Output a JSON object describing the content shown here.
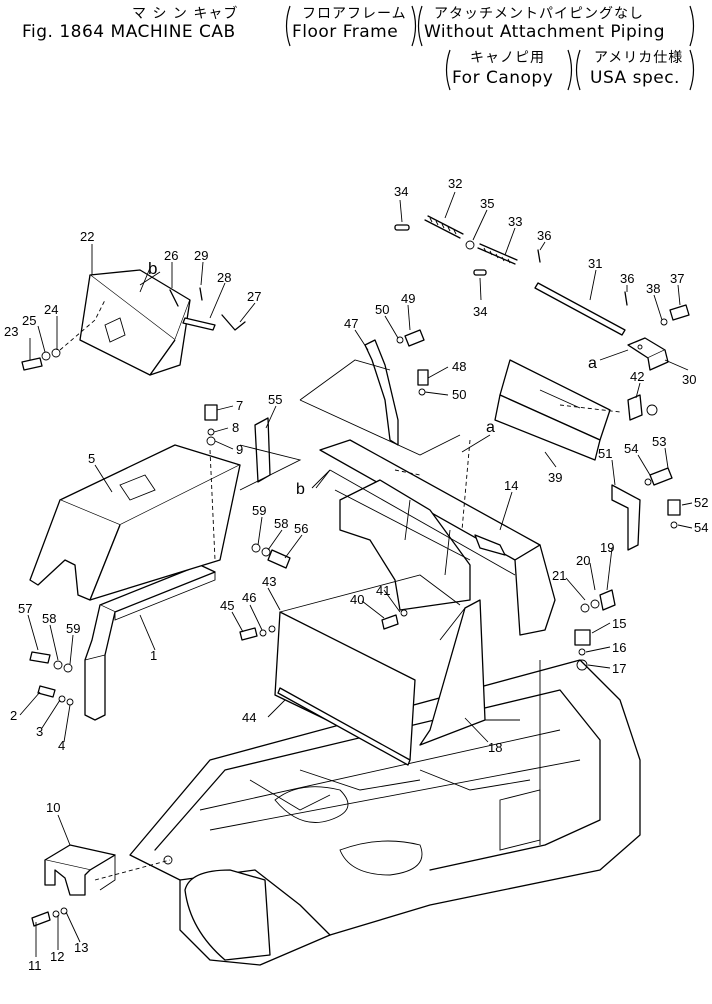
{
  "header": {
    "line1": {
      "jp_machine_cab": "マ シ ン キャブ",
      "jp_floor_frame": "フロアフレーム",
      "jp_without_piping": "アタッチメントパイピングなし"
    },
    "line2": {
      "fig_label": "Fig. 1864 MACHINE CAB",
      "floor_frame": "Floor Frame",
      "without_piping": "Without Attachment Piping"
    },
    "line3": {
      "jp_for_canopy": "キャノピ用",
      "jp_usa_spec": "アメリカ仕様"
    },
    "line4": {
      "for_canopy": "For Canopy",
      "usa_spec": "USA spec."
    }
  },
  "callouts": [
    {
      "id": "c34a",
      "label": "34"
    },
    {
      "id": "c32",
      "label": "32"
    },
    {
      "id": "c35",
      "label": "35"
    },
    {
      "id": "c33",
      "label": "33"
    },
    {
      "id": "c36a",
      "label": "36"
    },
    {
      "id": "c31",
      "label": "31"
    },
    {
      "id": "c36b",
      "label": "36"
    },
    {
      "id": "c37",
      "label": "37"
    },
    {
      "id": "c38",
      "label": "38"
    },
    {
      "id": "c34b",
      "label": "34"
    },
    {
      "id": "c30",
      "label": "30"
    },
    {
      "id": "ca1",
      "label": "a"
    },
    {
      "id": "c42",
      "label": "42"
    },
    {
      "id": "c22",
      "label": "22"
    },
    {
      "id": "cb1",
      "label": "b"
    },
    {
      "id": "c26",
      "label": "26"
    },
    {
      "id": "c29",
      "label": "29"
    },
    {
      "id": "c28",
      "label": "28"
    },
    {
      "id": "c27",
      "label": "27"
    },
    {
      "id": "c23",
      "label": "23"
    },
    {
      "id": "c25",
      "label": "25"
    },
    {
      "id": "c24",
      "label": "24"
    },
    {
      "id": "c49",
      "label": "49"
    },
    {
      "id": "c50a",
      "label": "50"
    },
    {
      "id": "c47",
      "label": "47"
    },
    {
      "id": "c48",
      "label": "48"
    },
    {
      "id": "c50b",
      "label": "50"
    },
    {
      "id": "c7",
      "label": "7"
    },
    {
      "id": "c8",
      "label": "8"
    },
    {
      "id": "c9",
      "label": "9"
    },
    {
      "id": "c55",
      "label": "55"
    },
    {
      "id": "c5",
      "label": "5"
    },
    {
      "id": "ca2",
      "label": "a"
    },
    {
      "id": "c39",
      "label": "39"
    },
    {
      "id": "c53",
      "label": "53"
    },
    {
      "id": "c54a",
      "label": "54"
    },
    {
      "id": "c51",
      "label": "51"
    },
    {
      "id": "c52",
      "label": "52"
    },
    {
      "id": "c54b",
      "label": "54"
    },
    {
      "id": "cb2",
      "label": "b"
    },
    {
      "id": "c14",
      "label": "14"
    },
    {
      "id": "c59a",
      "label": "59"
    },
    {
      "id": "c58a",
      "label": "58"
    },
    {
      "id": "c56",
      "label": "56"
    },
    {
      "id": "c57",
      "label": "57"
    },
    {
      "id": "c58b",
      "label": "58"
    },
    {
      "id": "c59b",
      "label": "59"
    },
    {
      "id": "c45",
      "label": "45"
    },
    {
      "id": "c46",
      "label": "46"
    },
    {
      "id": "c43",
      "label": "43"
    },
    {
      "id": "c1",
      "label": "1"
    },
    {
      "id": "c40",
      "label": "40"
    },
    {
      "id": "c41",
      "label": "41"
    },
    {
      "id": "c20",
      "label": "20"
    },
    {
      "id": "c19",
      "label": "19"
    },
    {
      "id": "c21",
      "label": "21"
    },
    {
      "id": "c15",
      "label": "15"
    },
    {
      "id": "c16",
      "label": "16"
    },
    {
      "id": "c17",
      "label": "17"
    },
    {
      "id": "c2",
      "label": "2"
    },
    {
      "id": "c3",
      "label": "3"
    },
    {
      "id": "c4",
      "label": "4"
    },
    {
      "id": "c44",
      "label": "44"
    },
    {
      "id": "c18",
      "label": "18"
    },
    {
      "id": "c10",
      "label": "10"
    },
    {
      "id": "c11",
      "label": "11"
    },
    {
      "id": "c12",
      "label": "12"
    },
    {
      "id": "c13",
      "label": "13"
    }
  ]
}
